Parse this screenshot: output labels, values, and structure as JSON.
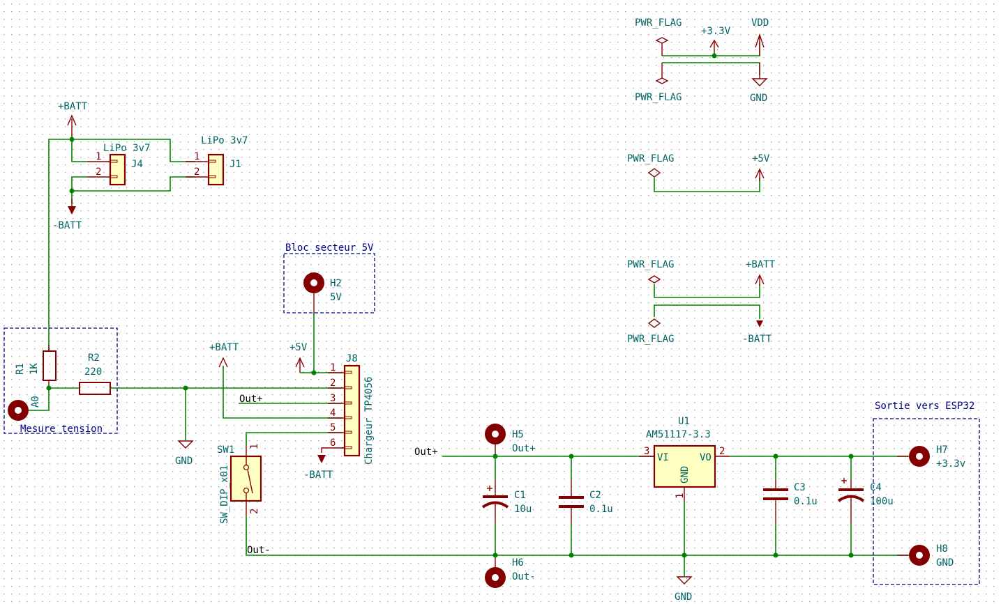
{
  "colors": {
    "wire": "#008400",
    "component": "#840000",
    "component_fill": "#ffffc2",
    "text_field": "#006464",
    "sheet_text": "#000084",
    "grid": "#848484"
  },
  "power_flags": {
    "group1": {
      "flag_top": "PWR_FLAG",
      "flag_bottom": "PWR_FLAG",
      "v33": "+3.3V",
      "vdd": "VDD",
      "gnd": "GND"
    },
    "group2": {
      "flag": "PWR_FLAG",
      "v5": "+5V"
    },
    "group3": {
      "flag_top": "PWR_FLAG",
      "flag_bottom": "PWR_FLAG",
      "batt_pos": "+BATT",
      "batt_neg": "-BATT"
    }
  },
  "battery": {
    "batt_pos": "+BATT",
    "batt_neg": "-BATT",
    "j4": {
      "ref": "J4",
      "value": "LiPo 3v7",
      "pins": [
        "1",
        "2"
      ]
    },
    "j1": {
      "ref": "J1",
      "value": "LiPo 3v7",
      "pins": [
        "1",
        "2"
      ]
    }
  },
  "voltage_measure": {
    "title": "Mesure tension",
    "r1": {
      "ref": "R1",
      "value": "1K"
    },
    "r2": {
      "ref": "R2",
      "value": "220"
    },
    "pad_label": "A0",
    "gnd": "GND"
  },
  "mains_block": {
    "title": "Bloc secteur 5V",
    "h2": {
      "ref": "H2",
      "value": "5V"
    }
  },
  "charger": {
    "ref": "J8",
    "value": "Chargeur TP4056",
    "pins": [
      "1",
      "2",
      "3",
      "4",
      "5",
      "6"
    ],
    "v5": "+5V",
    "batt_pos": "+BATT",
    "batt_neg": "-BATT",
    "out_plus_label": "Out+"
  },
  "switch": {
    "ref": "SW1",
    "value": "SW_DIP_x01",
    "pins": [
      "1",
      "2"
    ],
    "out_minus_label": "Out-"
  },
  "regulator_section": {
    "out_plus_label": "Out+",
    "h5": {
      "ref": "H5",
      "value": "Out+"
    },
    "h6": {
      "ref": "H6",
      "value": "Out-"
    },
    "c1": {
      "ref": "C1",
      "value": "10u"
    },
    "c2": {
      "ref": "C2",
      "value": "0.1u"
    },
    "u1": {
      "ref": "U1",
      "value": "AM51117-3.3",
      "pin_vi": "VI",
      "pin_vo": "VO",
      "pin_gnd": "GND",
      "pin_numbers": [
        "3",
        "2",
        "1"
      ]
    },
    "c3": {
      "ref": "C3",
      "value": "0.1u"
    },
    "c4": {
      "ref": "C4",
      "value": "100u"
    },
    "gnd": "GND"
  },
  "output_block": {
    "title": "Sortie vers ESP32",
    "h7": {
      "ref": "H7",
      "value": "+3.3v"
    },
    "h8": {
      "ref": "H8",
      "value": "GND"
    }
  }
}
